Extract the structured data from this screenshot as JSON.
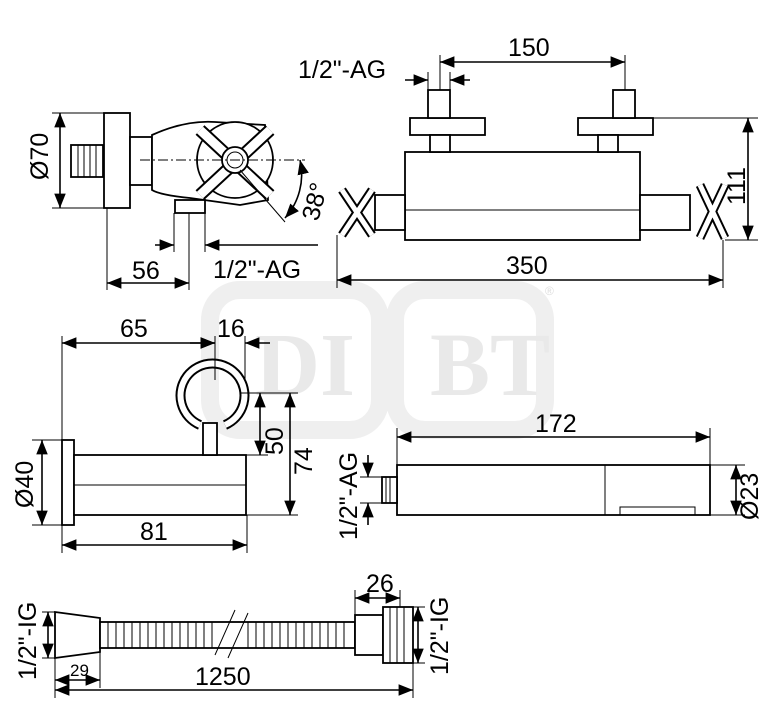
{
  "watermark": {
    "text": "DIBT",
    "registered": "®"
  },
  "views": {
    "side": {
      "diameter": "Ø70",
      "offset": "56",
      "thread": "1/2\"-AG",
      "angle": "38°"
    },
    "front": {
      "spacing": "150",
      "thread": "1/2\"-AG",
      "height": "111",
      "width": "350"
    },
    "holder": {
      "reach": "65",
      "ring_offset": "16",
      "ring_height": "50",
      "height": "74",
      "plate_diameter": "Ø40",
      "length": "81"
    },
    "handshower": {
      "length": "172",
      "thread": "1/2\"-AG",
      "diameter": "Ø23"
    },
    "hose": {
      "left_thread": "1/2\"-IG",
      "right_thread": "1/2\"-IG",
      "nut_length": "26",
      "cone_length": "29",
      "length": "1250"
    }
  }
}
